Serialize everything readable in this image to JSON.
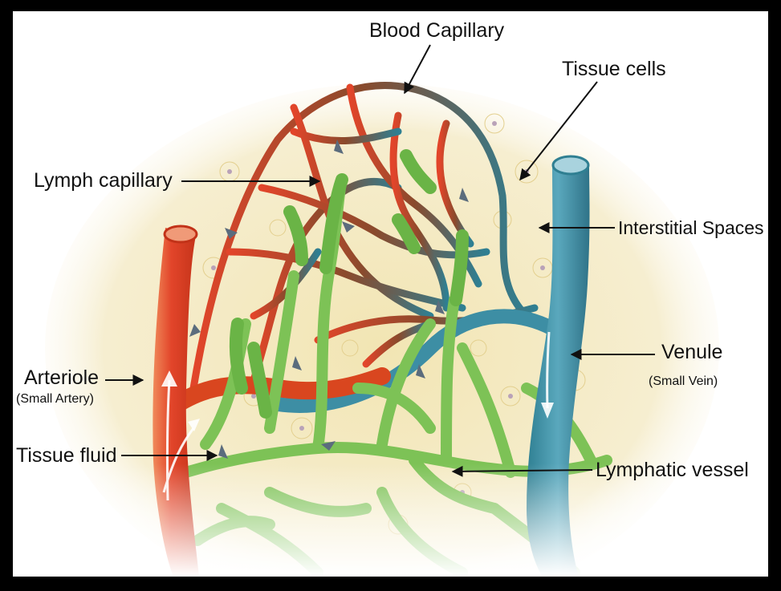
{
  "diagram": {
    "labels": {
      "blood_capillary": "Blood Capillary",
      "tissue_cells": "Tissue cells",
      "lymph_capillary": "Lymph capillary",
      "interstitial_spaces": "Interstitial Spaces",
      "arteriole": "Arteriole",
      "arteriole_sub": "(Small Artery)",
      "venule": "Venule",
      "venule_sub": "(Small Vein)",
      "tissue_fluid": "Tissue fluid",
      "lymphatic_vessel": "Lymphatic vessel"
    },
    "colors": {
      "arteriole": "#e2452a",
      "venule": "#3f8fa6",
      "lymph": "#7dc256",
      "lymph_dark": "#4e9a3a",
      "tissue": "#f4ebc6",
      "capillary_mid": "#8a4a2c"
    }
  }
}
